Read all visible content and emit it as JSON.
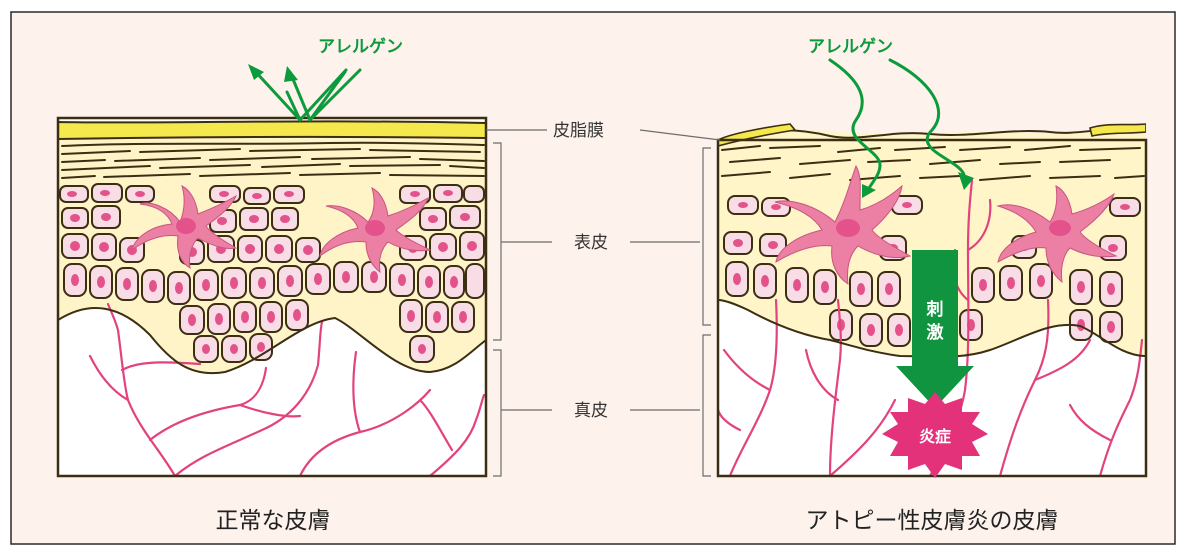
{
  "labels": {
    "allergen_left": "アレルゲン",
    "allergen_right": "アレルゲン",
    "sebum_membrane": "皮脂膜",
    "epidermis": "表皮",
    "dermis": "真皮",
    "stimulus_1": "刺",
    "stimulus_2": "激",
    "inflammation": "炎症",
    "caption_normal": "正常な皮膚",
    "caption_atopic": "アトピー性皮膚炎の皮膚"
  },
  "colors": {
    "background": "#fdf2ec",
    "frame": "#3c2e12",
    "sebum": "#f5e84c",
    "stratum": "#fff6c6",
    "cell_fill": "#f9dde6",
    "nucleus": "#e3528a",
    "langerhans": "#ec7fa4",
    "capillary": "#e2437f",
    "allergen_arrow": "#0c9b3c",
    "stimulus_arrow": "#109440",
    "inflammation": "#e3317a",
    "label_line": "#6d6d6d"
  }
}
